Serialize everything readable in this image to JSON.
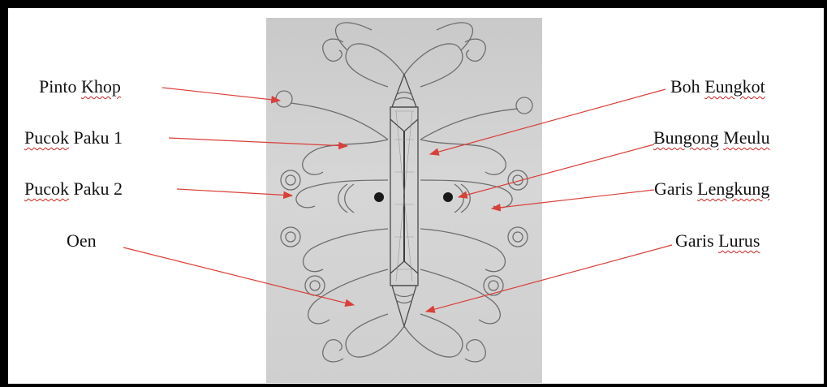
{
  "labels": {
    "pinto_khop": {
      "word1": "Pinto",
      "word2": "Khop"
    },
    "pucok_paku_1": {
      "word1": "Pucok",
      "word2": "Paku 1"
    },
    "pucok_paku_2": {
      "word1": "Pucok",
      "word2": "Paku 2"
    },
    "oen": {
      "word1": "Oen"
    },
    "boh_eungkot": {
      "word1": "Boh",
      "word2": "Eungkot"
    },
    "bungong_meulu": {
      "word1": "Bungong",
      "word2": "Meulu"
    },
    "garis_lengkung": {
      "word1": "Garis",
      "word2": "Lengkung"
    },
    "garis_lurus": {
      "word1": "Garis",
      "word2": "Lurus"
    }
  },
  "colors": {
    "arrow": "#d9403a",
    "frame": "#000000",
    "motif_line": "#6e6e6e",
    "dot": "#1a1a1a"
  }
}
